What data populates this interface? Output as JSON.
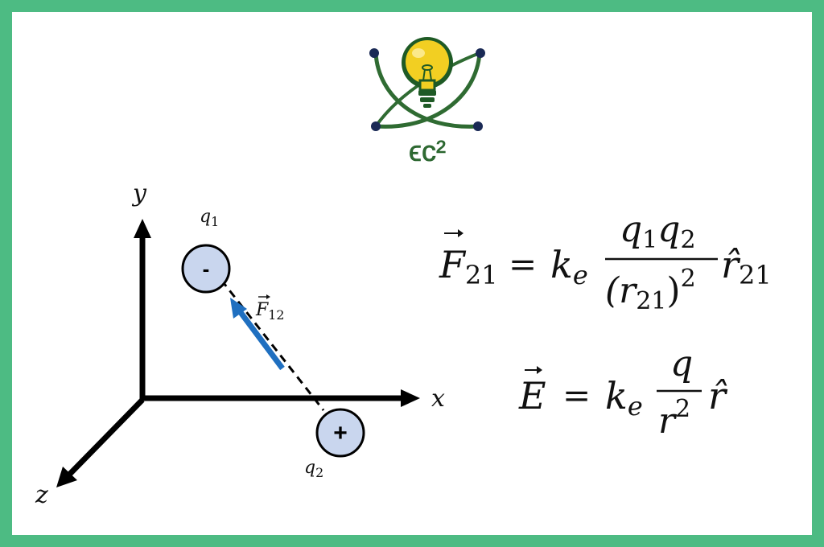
{
  "logo": {
    "text": "ϵc²",
    "colors": {
      "green": "#2f6b32",
      "bulb": "#f2cf22",
      "electron": "#1a2a55"
    }
  },
  "diagram": {
    "axis_labels": {
      "x": "x",
      "y": "y",
      "z": "z"
    },
    "charges": [
      {
        "id": "q1",
        "symbol": "q",
        "index": "1",
        "sign": "-"
      },
      {
        "id": "q2",
        "symbol": "q",
        "index": "2",
        "sign": "+"
      }
    ],
    "force_label": {
      "symbol": "F",
      "index": "12",
      "arrow": "⃗"
    },
    "colors": {
      "charge_fill": "#c9d6ee",
      "force_arrow": "#1f6fc0",
      "axes": "#000000"
    }
  },
  "equations": {
    "coulomb": {
      "lhs_symbol": "F",
      "lhs_index": "21",
      "equals": "=",
      "k": "k",
      "k_index": "e",
      "num_q1": "q",
      "num_q1_index": "1",
      "num_q2": "q",
      "num_q2_index": "2",
      "den_open": "(r",
      "den_index": "21",
      "den_close": ")",
      "den_power": "2",
      "unit_vec": "r̂",
      "unit_vec_index": "21"
    },
    "field": {
      "lhs_symbol": "E",
      "equals": "=",
      "k": "k",
      "k_index": "e",
      "num": "q",
      "den": "r",
      "den_power": "2",
      "unit_vec": "r̂"
    }
  },
  "frame": {
    "border_color": "#4dbb83"
  }
}
